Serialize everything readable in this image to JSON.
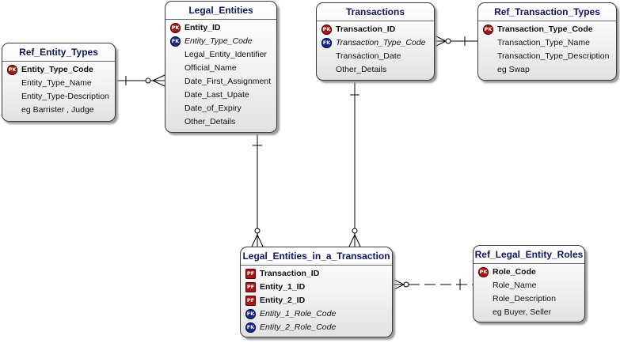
{
  "entities": {
    "ref_entity_types": {
      "title": "Ref_Entity_Types",
      "rows": [
        {
          "badge": "PK",
          "text": "Entity_Type_Code"
        },
        {
          "badge": "",
          "text": "Entity_Type_Name"
        },
        {
          "badge": "",
          "text": "Entity_Type-Description"
        },
        {
          "badge": "",
          "text": "eg Barrister , Judge"
        }
      ]
    },
    "legal_entities": {
      "title": "Legal_Entities",
      "rows": [
        {
          "badge": "PK",
          "text": "Entity_ID"
        },
        {
          "badge": "FK",
          "text": "Entity_Type_Code"
        },
        {
          "badge": "",
          "text": "Legal_Entity_Identifier"
        },
        {
          "badge": "",
          "text": "Official_Name"
        },
        {
          "badge": "",
          "text": "Date_First_Assignment"
        },
        {
          "badge": "",
          "text": "Date_Last_Upate"
        },
        {
          "badge": "",
          "text": "Date_of_Expiry"
        },
        {
          "badge": "",
          "text": "Other_Details"
        }
      ]
    },
    "transactions": {
      "title": "Transactions",
      "rows": [
        {
          "badge": "PK",
          "text": "Transaction_ID"
        },
        {
          "badge": "FK",
          "text": "Transaction_Type_Code"
        },
        {
          "badge": "",
          "text": "Transaction_Date"
        },
        {
          "badge": "",
          "text": "Other_Details"
        }
      ]
    },
    "ref_transaction_types": {
      "title": "Ref_Transaction_Types",
      "rows": [
        {
          "badge": "PK",
          "text": "Transaction_Type_Code"
        },
        {
          "badge": "",
          "text": "Transaction_Type_Name"
        },
        {
          "badge": "",
          "text": "Transaction_Type_Description"
        },
        {
          "badge": "",
          "text": "eg Swap"
        }
      ]
    },
    "legal_entities_in_a_transaction": {
      "title": "Legal_Entities_in_a_Transaction",
      "rows": [
        {
          "badge": "PF",
          "text": "Transaction_ID"
        },
        {
          "badge": "PF",
          "text": "Entity_1_ID"
        },
        {
          "badge": "PF",
          "text": "Entity_2_ID"
        },
        {
          "badge": "FK",
          "text": "Entity_1_Role_Code"
        },
        {
          "badge": "FK",
          "text": "Entity_2_Role_Code"
        }
      ]
    },
    "ref_legal_entity_roles": {
      "title": "Ref_Legal_Entity_Roles",
      "rows": [
        {
          "badge": "PK",
          "text": "Role_Code"
        },
        {
          "badge": "",
          "text": "Role_Name"
        },
        {
          "badge": "",
          "text": "Role_Description"
        },
        {
          "badge": "",
          "text": "eg Buyer, Seller"
        }
      ]
    }
  },
  "colors": {
    "title_text": "#101560",
    "pk_badge": "#a01818",
    "fk_badge": "#1a2a8a",
    "line": "#000000"
  }
}
